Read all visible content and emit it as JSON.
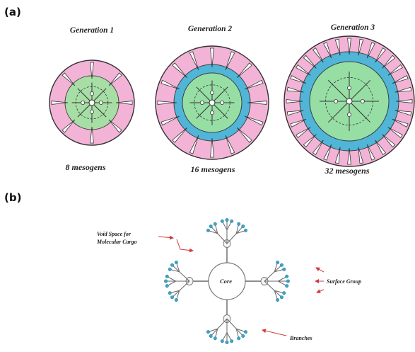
{
  "panel_a": {
    "label": "(a)",
    "generations": [
      {
        "title": "Generation 1",
        "mesogens": "8 mesogens"
      },
      {
        "title": "Generation 2",
        "mesogens": "16 mesogens"
      },
      {
        "title": "Generation 3",
        "mesogens": "32 mesogens"
      }
    ]
  },
  "panel_b": {
    "label": "(b)",
    "core": "Core",
    "void_space_line1": "Void Space for",
    "void_space_line2": "Molecular Cargo",
    "surface_group": "Surface Group",
    "branches": "Branches"
  },
  "colors": {
    "pink": "#f2b3d6",
    "green": "#9fe3a0",
    "blue": "#3fb6d8",
    "outline": "#333333",
    "arrow": "#d23a3a",
    "dot": "#3aa6c7"
  }
}
